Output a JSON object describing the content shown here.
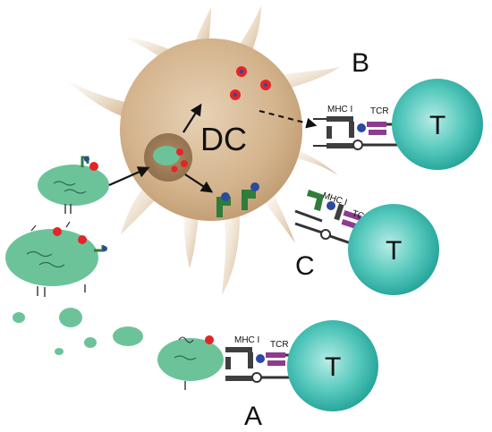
{
  "labels": {
    "dc": "DC",
    "panel_a": "A",
    "panel_b": "B",
    "panel_c": "C",
    "t_cell": "T",
    "mhc": "MHC I",
    "tcr": "TCR"
  },
  "colors": {
    "dc_body": "#d2b48c",
    "dc_arm": "#d9bf99",
    "t_cell": "#3cbfb4",
    "infected_cell": "#6cc39a",
    "receptor_grey": "#3f3f3f",
    "tcr_purple": "#8e3b8e",
    "antigen_green": "#2f7d3a",
    "particle_red": "#e32528",
    "mhc_blue": "#2b4aa0"
  },
  "icons": {
    "t_cell": "t-cell-circle",
    "infected_cell": "infected-cell-blob",
    "dendritic_cell": "dendritic-cell",
    "arrow": "arrow-icon",
    "receptor": "mhc-tcr-complex"
  }
}
